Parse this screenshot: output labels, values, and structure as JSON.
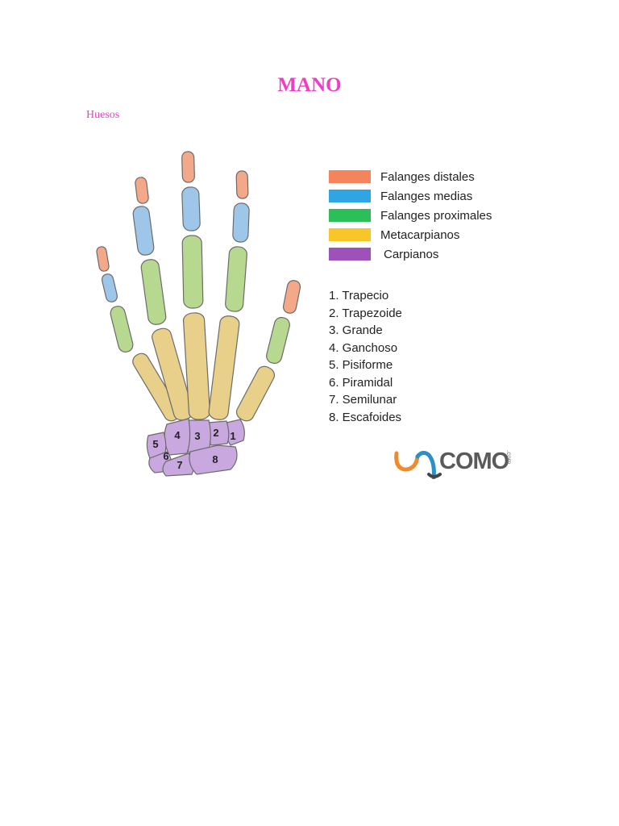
{
  "document": {
    "title": "MANO",
    "subtitle": "Huesos"
  },
  "legend": [
    {
      "label": "Falanges distales",
      "color": "#f5845c"
    },
    {
      "label": "Falanges medias",
      "color": "#2fa5e3"
    },
    {
      "label": "Falanges proximales",
      "color": "#2dbf57"
    },
    {
      "label": "Metacarpianos",
      "color": "#f9c62a"
    },
    {
      "label": "Carpianos",
      "color": "#9c52b8"
    }
  ],
  "carpals": [
    "1. Trapecio",
    "2. Trapezoide",
    "3. Grande",
    "4. Ganchoso",
    "5. Pisiforme",
    "6. Piramidal",
    "7. Semilunar",
    "8. Escafoides"
  ],
  "diagram_labels": [
    "1",
    "2",
    "3",
    "4",
    "5",
    "6",
    "7",
    "8"
  ],
  "bone_fill_colors": {
    "distal": "#f4a88a",
    "medial": "#9ec6e8",
    "proximal": "#b7d98f",
    "metacarpal": "#e8cf8a",
    "carpal": "#c9a7df"
  },
  "logo": {
    "text": "COMO",
    "suffix": ".com"
  }
}
